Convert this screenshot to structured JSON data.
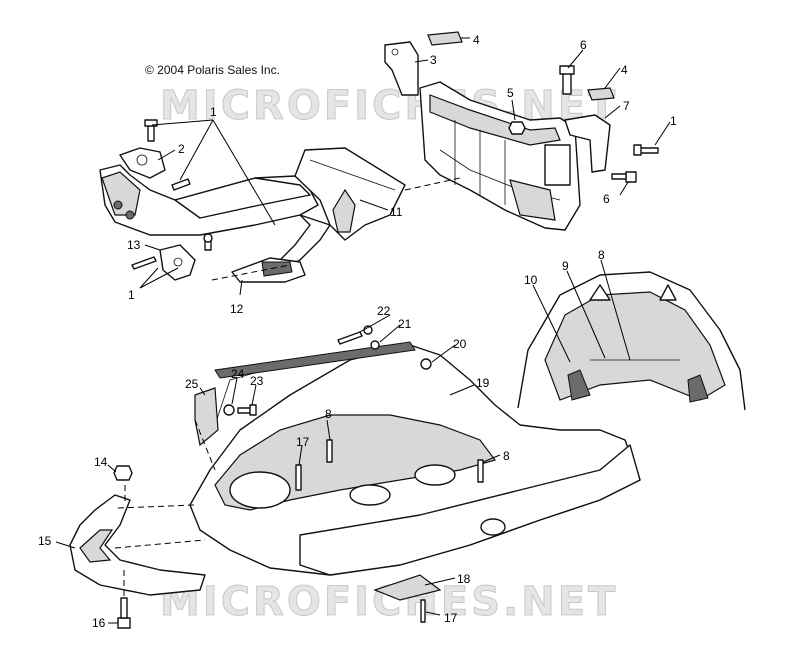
{
  "copyright": "© 2004 Polaris Sales Inc.",
  "watermark": "MICROFICHES.NET",
  "callouts": [
    "1",
    "2",
    "3",
    "4",
    "5",
    "6",
    "7",
    "8",
    "9",
    "10",
    "11",
    "12",
    "13",
    "14",
    "15",
    "16",
    "17",
    "18",
    "19",
    "20",
    "21",
    "22",
    "23",
    "24",
    "25"
  ]
}
